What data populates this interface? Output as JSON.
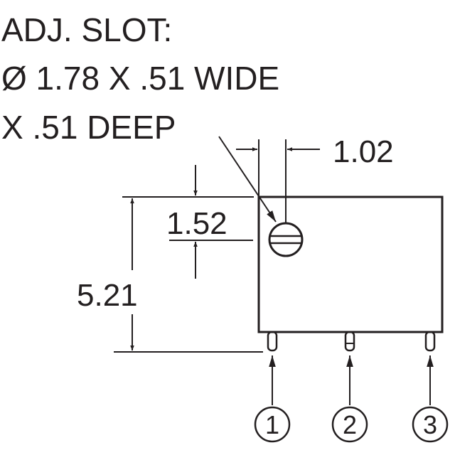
{
  "callout": {
    "line1": "ADJ. SLOT:",
    "line2": "Ø 1.78 X .51 WIDE",
    "line3": "X .51 DEEP"
  },
  "dimensions": {
    "slot_offset": "1.02",
    "slot_height": "1.52",
    "body_height": "5.21"
  },
  "pins": [
    {
      "label": "1"
    },
    {
      "label": "2"
    },
    {
      "label": "3"
    }
  ],
  "colors": {
    "line": "#231f20",
    "background": "#ffffff"
  }
}
